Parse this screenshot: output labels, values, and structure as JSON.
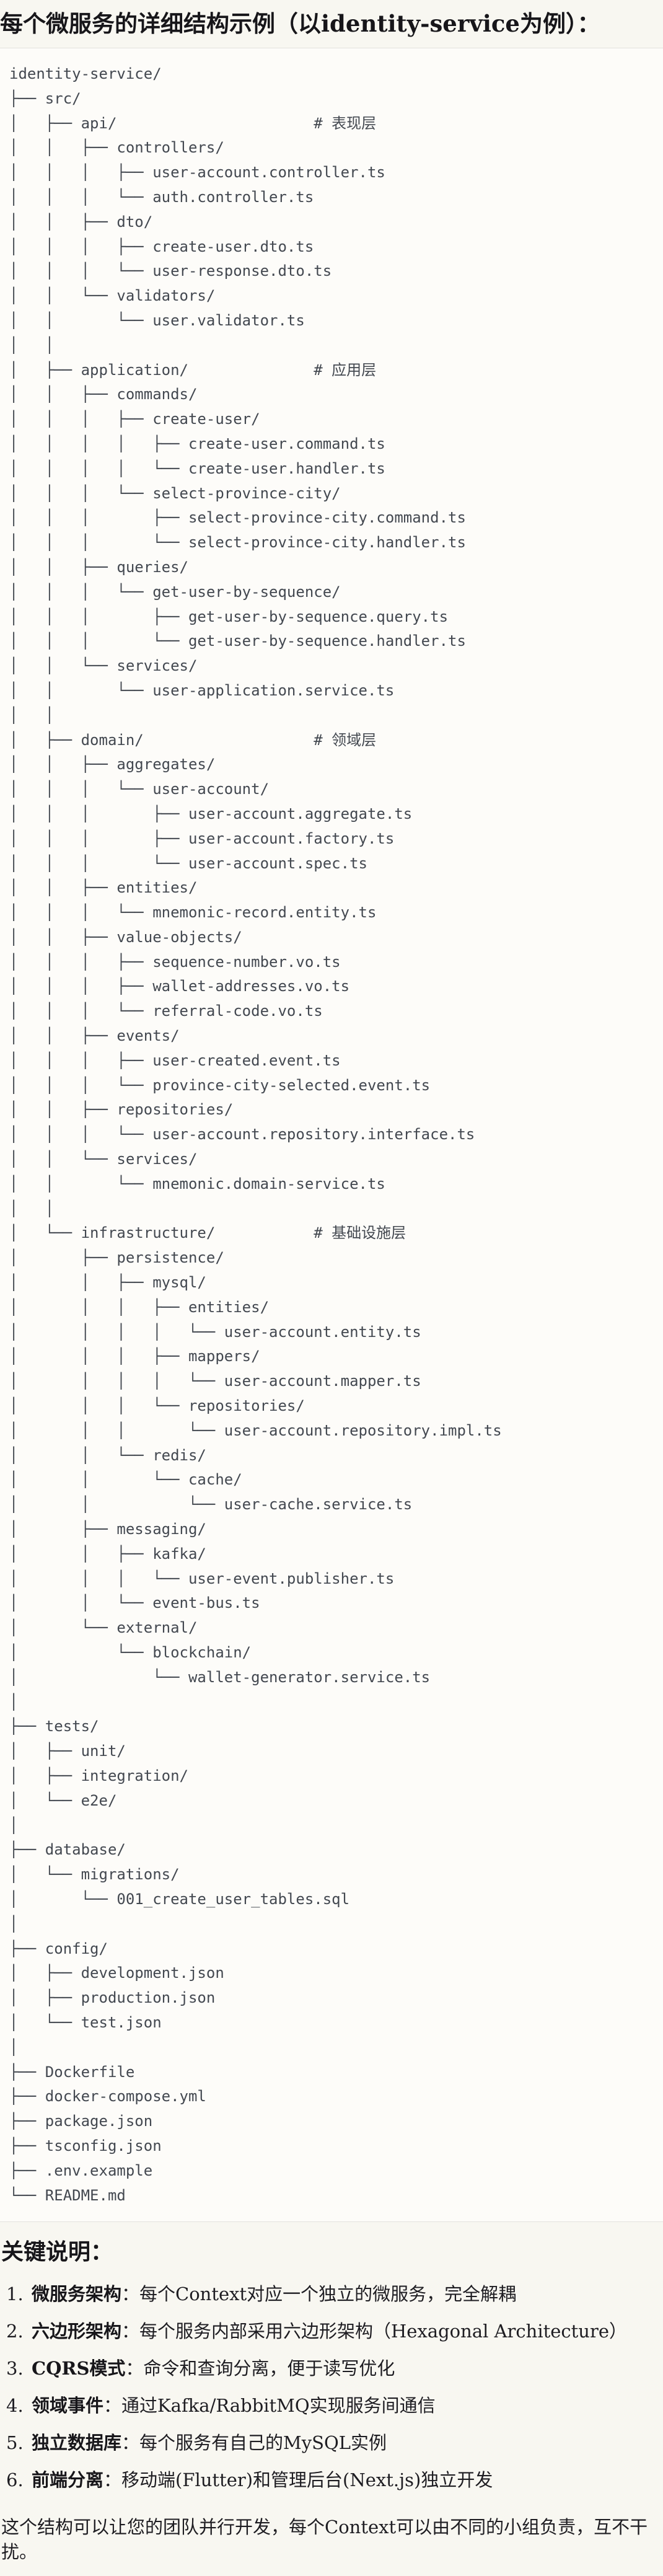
{
  "title": "每个微服务的详细结构示例（以identity-service为例）：",
  "colors": {
    "page_bg": "#f8f7f1",
    "code_bg": "#fdfcf9",
    "divider": "#e3e2dd",
    "tree_text": "#434850",
    "body_text": "#1e1d22"
  },
  "tree": {
    "lines": [
      "identity-service/",
      "├── src/",
      "│   ├── api/                      # 表现层",
      "│   │   ├── controllers/",
      "│   │   │   ├── user-account.controller.ts",
      "│   │   │   └── auth.controller.ts",
      "│   │   ├── dto/",
      "│   │   │   ├── create-user.dto.ts",
      "│   │   │   └── user-response.dto.ts",
      "│   │   └── validators/",
      "│   │       └── user.validator.ts",
      "│   │",
      "│   ├── application/              # 应用层",
      "│   │   ├── commands/",
      "│   │   │   ├── create-user/",
      "│   │   │   │   ├── create-user.command.ts",
      "│   │   │   │   └── create-user.handler.ts",
      "│   │   │   └── select-province-city/",
      "│   │   │       ├── select-province-city.command.ts",
      "│   │   │       └── select-province-city.handler.ts",
      "│   │   ├── queries/",
      "│   │   │   └── get-user-by-sequence/",
      "│   │   │       ├── get-user-by-sequence.query.ts",
      "│   │   │       └── get-user-by-sequence.handler.ts",
      "│   │   └── services/",
      "│   │       └── user-application.service.ts",
      "│   │",
      "│   ├── domain/                   # 领域层",
      "│   │   ├── aggregates/",
      "│   │   │   └── user-account/",
      "│   │   │       ├── user-account.aggregate.ts",
      "│   │   │       ├── user-account.factory.ts",
      "│   │   │       └── user-account.spec.ts",
      "│   │   ├── entities/",
      "│   │   │   └── mnemonic-record.entity.ts",
      "│   │   ├── value-objects/",
      "│   │   │   ├── sequence-number.vo.ts",
      "│   │   │   ├── wallet-addresses.vo.ts",
      "│   │   │   └── referral-code.vo.ts",
      "│   │   ├── events/",
      "│   │   │   ├── user-created.event.ts",
      "│   │   │   └── province-city-selected.event.ts",
      "│   │   ├── repositories/",
      "│   │   │   └── user-account.repository.interface.ts",
      "│   │   └── services/",
      "│   │       └── mnemonic.domain-service.ts",
      "│   │",
      "│   └── infrastructure/           # 基础设施层",
      "│       ├── persistence/",
      "│       │   ├── mysql/",
      "│       │   │   ├── entities/",
      "│       │   │   │   └── user-account.entity.ts",
      "│       │   │   ├── mappers/",
      "│       │   │   │   └── user-account.mapper.ts",
      "│       │   │   └── repositories/",
      "│       │   │       └── user-account.repository.impl.ts",
      "│       │   └── redis/",
      "│       │       └── cache/",
      "│       │           └── user-cache.service.ts",
      "│       ├── messaging/",
      "│       │   ├── kafka/",
      "│       │   │   └── user-event.publisher.ts",
      "│       │   └── event-bus.ts",
      "│       └── external/",
      "│           └── blockchain/",
      "│               └── wallet-generator.service.ts",
      "│",
      "├── tests/",
      "│   ├── unit/",
      "│   ├── integration/",
      "│   └── e2e/",
      "│",
      "├── database/",
      "│   └── migrations/",
      "│       └── 001_create_user_tables.sql",
      "│",
      "├── config/",
      "│   ├── development.json",
      "│   ├── production.json",
      "│   └── test.json",
      "│",
      "├── Dockerfile",
      "├── docker-compose.yml",
      "├── package.json",
      "├── tsconfig.json",
      "├── .env.example",
      "└── README.md"
    ]
  },
  "notes": {
    "heading": "关键说明：",
    "items": [
      {
        "num": "1.",
        "label": "微服务架构",
        "rest": "：每个Context对应一个独立的微服务，完全解耦"
      },
      {
        "num": "2.",
        "label": "六边形架构",
        "rest": "：每个服务内部采用六边形架构（Hexagonal Architecture）"
      },
      {
        "num": "3.",
        "label": "CQRS模式",
        "rest": "：命令和查询分离，便于读写优化"
      },
      {
        "num": "4.",
        "label": "领域事件",
        "rest": "：通过Kafka/RabbitMQ实现服务间通信"
      },
      {
        "num": "5.",
        "label": "独立数据库",
        "rest": "：每个服务有自己的MySQL实例"
      },
      {
        "num": "6.",
        "label": "前端分离",
        "rest": "：移动端(Flutter)和管理后台(Next.js)独立开发"
      }
    ],
    "closing": "这个结构可以让您的团队并行开发，每个Context可以由不同的小组负责，互不干扰。"
  }
}
